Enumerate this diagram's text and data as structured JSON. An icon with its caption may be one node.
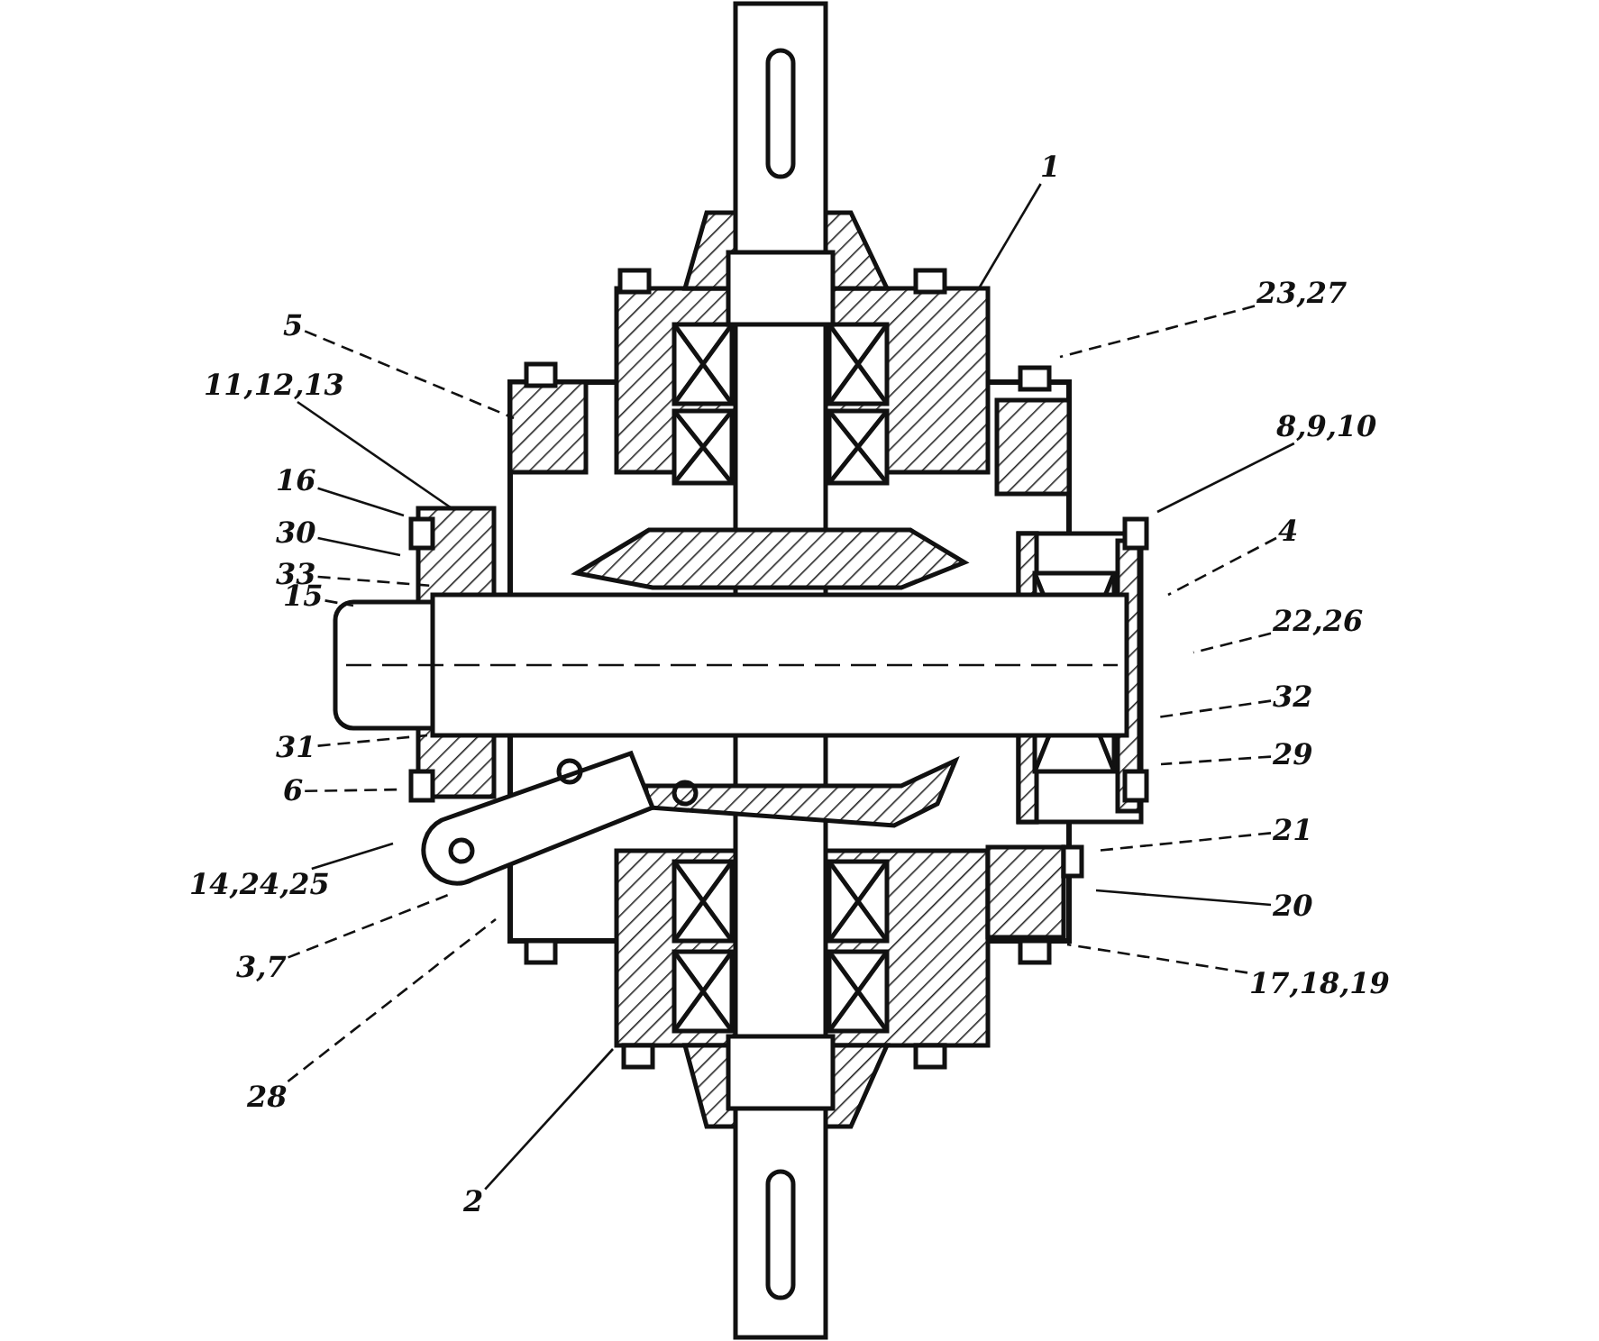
{
  "diagram": {
    "nodes": [
      {
        "text": [
          "1"
        ]
      },
      {
        "text": [
          "23,27"
        ]
      },
      {
        "text": [
          "5"
        ]
      },
      {
        "text": [
          "11,12,13"
        ]
      },
      {
        "text": [
          "8,9,10"
        ]
      },
      {
        "text": [
          "16"
        ]
      },
      {
        "text": [
          "4"
        ]
      },
      {
        "text": [
          "30"
        ]
      },
      {
        "text": [
          "33"
        ]
      },
      {
        "text": [
          "15"
        ]
      },
      {
        "text": [
          "22,26"
        ]
      },
      {
        "text": [
          "32"
        ]
      },
      {
        "text": [
          "31"
        ]
      },
      {
        "text": [
          "29"
        ]
      },
      {
        "text": [
          "6"
        ]
      },
      {
        "text": [
          "21"
        ]
      },
      {
        "text": [
          "14,24,25"
        ]
      },
      {
        "text": [
          "20"
        ]
      },
      {
        "text": [
          "3,7"
        ]
      },
      {
        "text": [
          "17,18,19"
        ]
      },
      {
        "text": [
          "28"
        ]
      },
      {
        "text": [
          "2"
        ]
      }
    ],
    "edges": [
      {
        "from": 0,
        "to": null,
        "arrow": "none"
      },
      {
        "from": 1,
        "to": null,
        "arrow": "none",
        "style": "dashed"
      },
      {
        "from": 2,
        "to": null,
        "arrow": "none",
        "style": "dashed"
      },
      {
        "from": 3,
        "to": null,
        "arrow": "none"
      },
      {
        "from": 4,
        "to": null,
        "arrow": "none"
      },
      {
        "from": 5,
        "to": null,
        "arrow": "none"
      },
      {
        "from": 6,
        "to": null,
        "arrow": "none",
        "style": "dashed"
      },
      {
        "from": 7,
        "to": null,
        "arrow": "none"
      },
      {
        "from": 8,
        "to": null,
        "arrow": "none",
        "style": "dashed"
      },
      {
        "from": 9,
        "to": null,
        "arrow": "none",
        "style": "dashed"
      },
      {
        "from": 10,
        "to": null,
        "arrow": "none",
        "style": "dashed"
      },
      {
        "from": 11,
        "to": null,
        "arrow": "none",
        "style": "dashed"
      },
      {
        "from": 12,
        "to": null,
        "arrow": "none",
        "style": "dashed"
      },
      {
        "from": 13,
        "to": null,
        "arrow": "none",
        "style": "dashed"
      },
      {
        "from": 14,
        "to": null,
        "arrow": "none",
        "style": "dashed"
      },
      {
        "from": 15,
        "to": null,
        "arrow": "none",
        "style": "dashed"
      },
      {
        "from": 16,
        "to": null,
        "arrow": "none"
      },
      {
        "from": 17,
        "to": null,
        "arrow": "none"
      },
      {
        "from": 18,
        "to": null,
        "arrow": "none",
        "style": "dashed"
      },
      {
        "from": 19,
        "to": null,
        "arrow": "none",
        "style": "dashed"
      },
      {
        "from": 20,
        "to": null,
        "arrow": "none",
        "style": "dashed"
      },
      {
        "from": 21,
        "to": null,
        "arrow": "none"
      }
    ]
  }
}
